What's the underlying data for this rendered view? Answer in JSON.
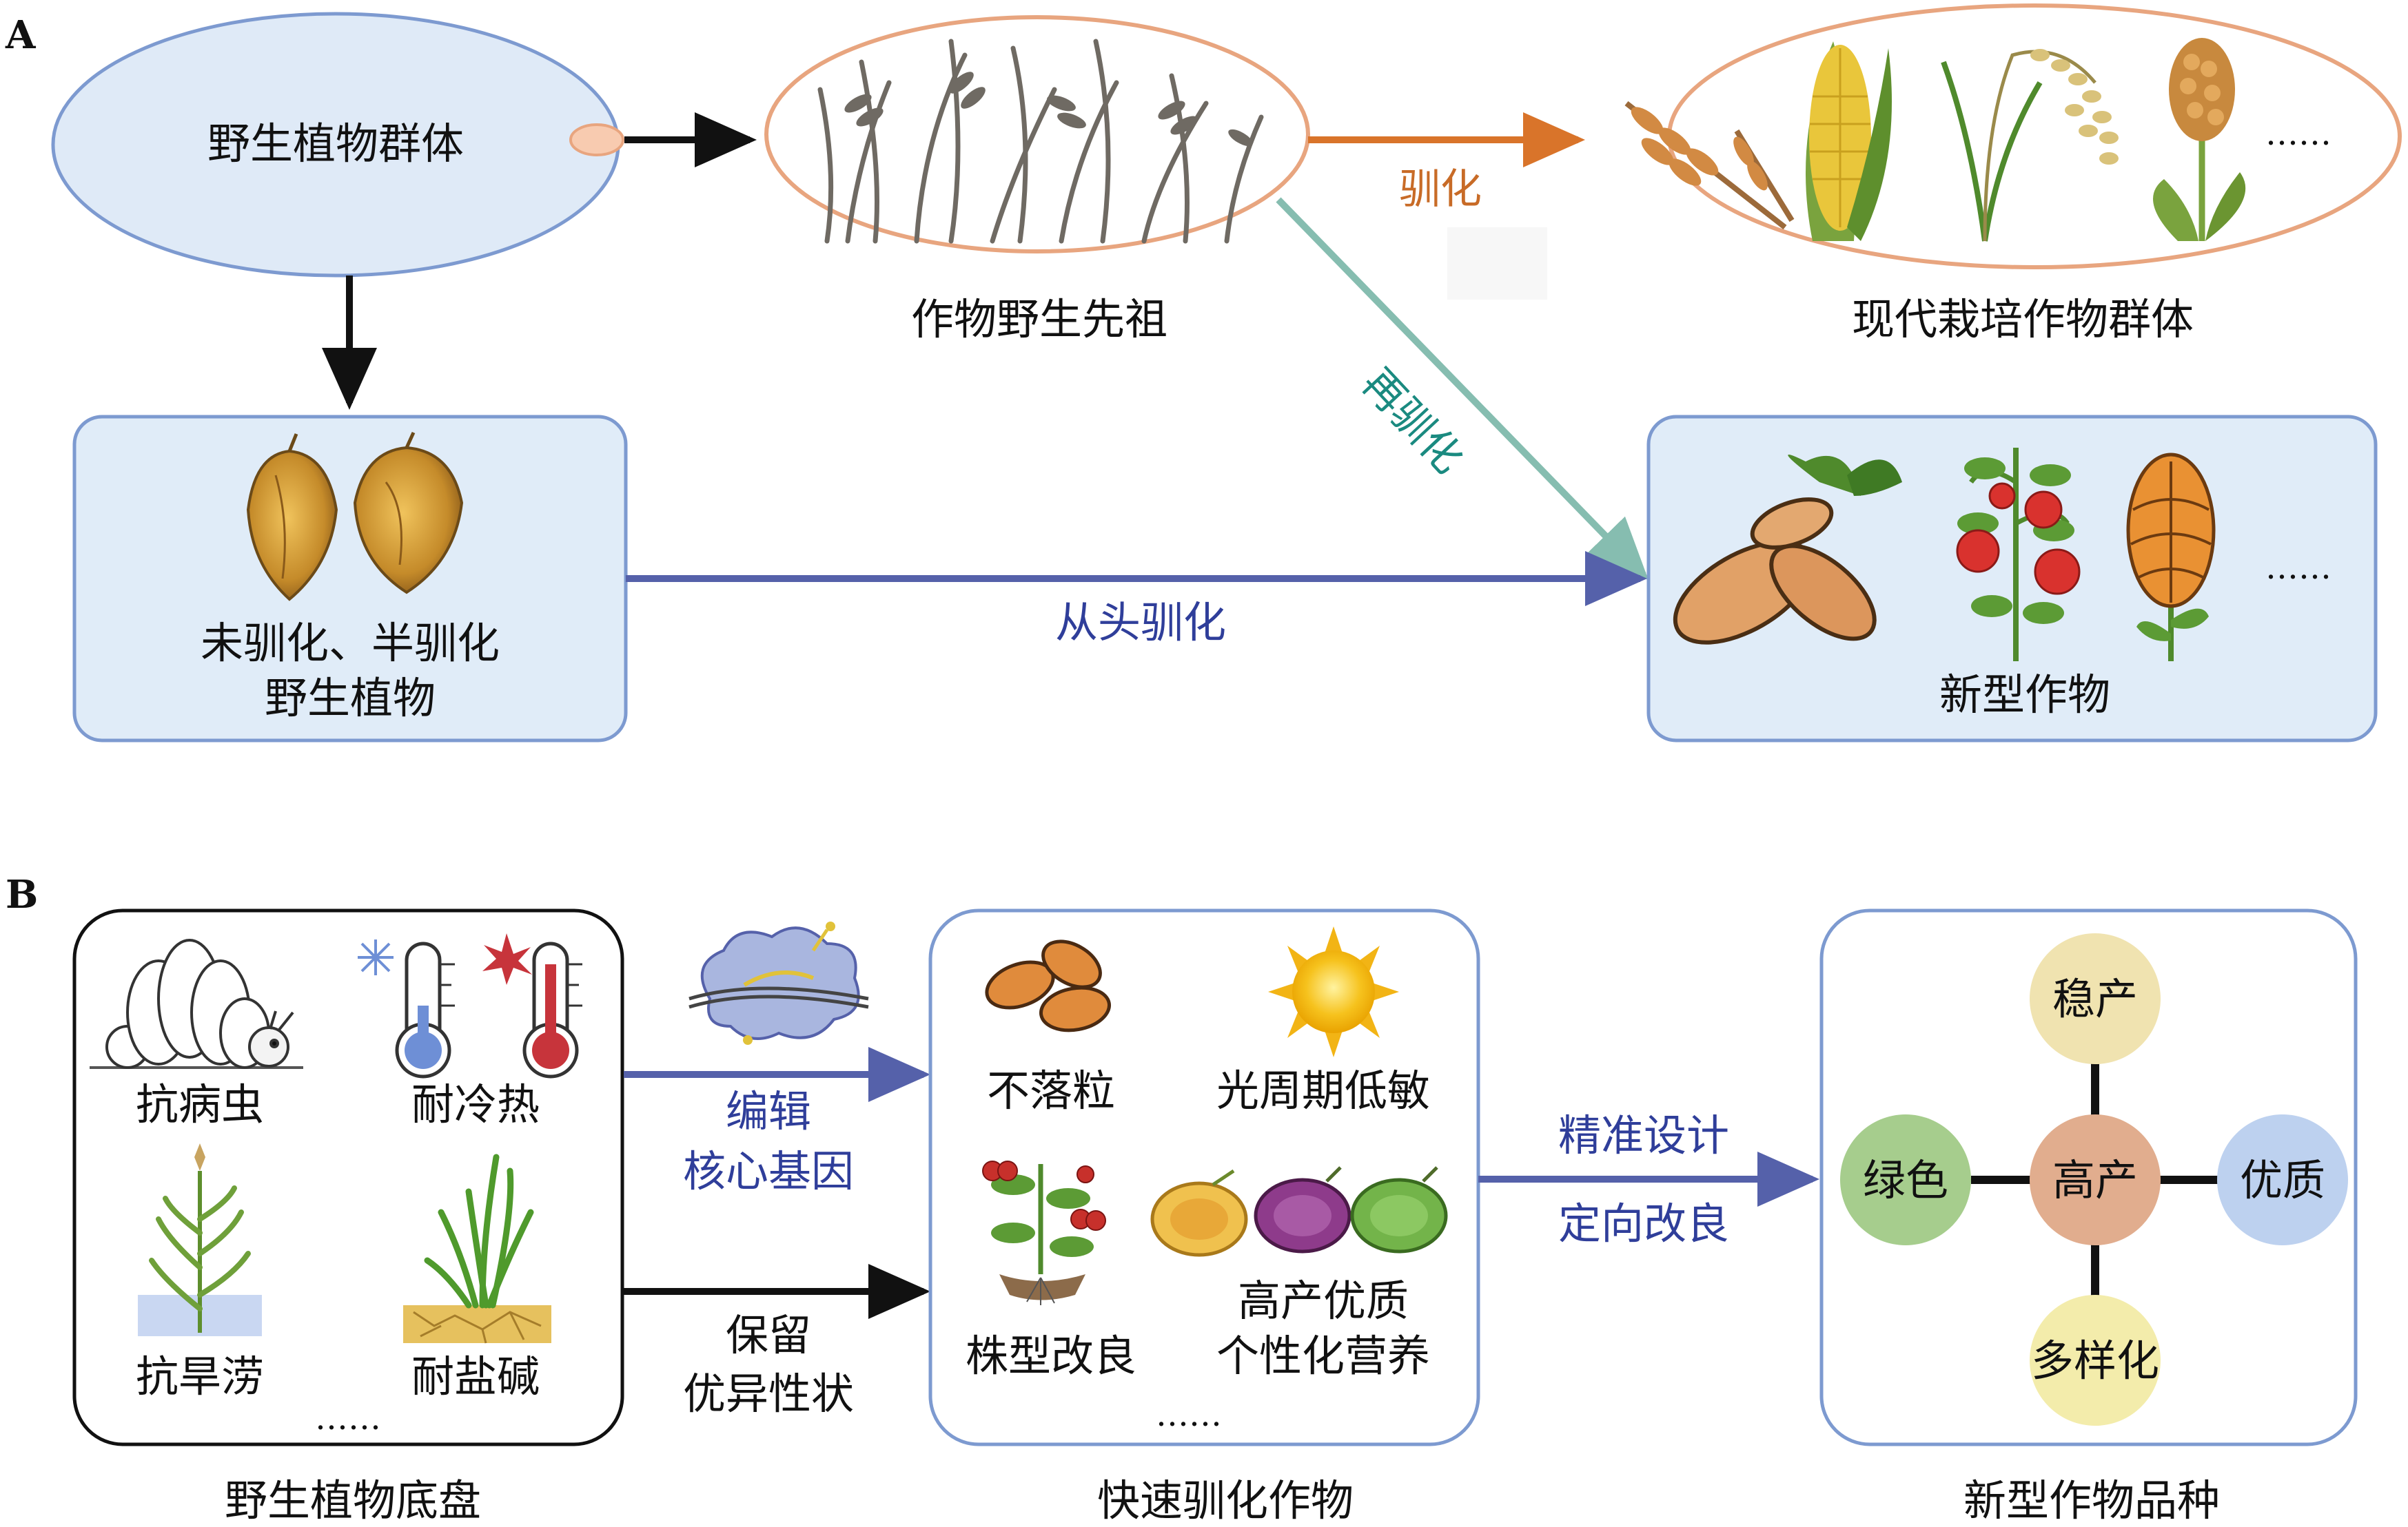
{
  "panel_a": {
    "label": "A",
    "wild_population": "野生植物群体",
    "wild_ancestor": "作物野生先祖",
    "modern_crops": "现代栽培作物群体",
    "domestication": "驯化",
    "redomestication": "再驯化",
    "undomesticated_line1": "未驯化、半驯化",
    "undomesticated_line2": "野生植物",
    "de_novo": "从头驯化",
    "new_crops": "新型作物",
    "ellipsis_crops": "……",
    "ellipsis_new": "……"
  },
  "panel_b": {
    "label": "B",
    "traits": {
      "pest": "抗病虫",
      "temp": "耐冷热",
      "drought": "抗旱涝",
      "salt": "耐盐碱",
      "more": "……"
    },
    "wild_chassis": "野生植物底盘",
    "edit_line1": "编辑",
    "edit_line2": "核心基因",
    "keep_line1": "保留",
    "keep_line2": "优异性状",
    "fast": {
      "nonshatter": "不落粒",
      "photoperiod": "光周期低敏",
      "architecture": "株型改良",
      "quality_line1": "高产优质",
      "quality_line2": "个性化营养",
      "more": "……"
    },
    "fast_title": "快速驯化作物",
    "design_line1": "精准设计",
    "design_line2": "定向改良",
    "goals": {
      "center": "高产",
      "top": "稳产",
      "left": "绿色",
      "right": "优质",
      "bottom": "多样化"
    },
    "new_variety": "新型作物品种"
  },
  "colors": {
    "domestication_arrow": "#d9742a",
    "redomestication_arrow": "#86bdb0",
    "blue_arrow": "#5561aa",
    "ellipse_fill": "#dfeaf7",
    "box_fill": "#e0ecf8",
    "box_border": "#7d9ad0",
    "ancestor_border": "#e8a57f",
    "circle_center": "#e1ad8e",
    "circle_top": "#f0e3b0",
    "circle_left": "#a6cd8d",
    "circle_right": "#bdd1ef",
    "circle_bottom": "#f3ecab"
  }
}
